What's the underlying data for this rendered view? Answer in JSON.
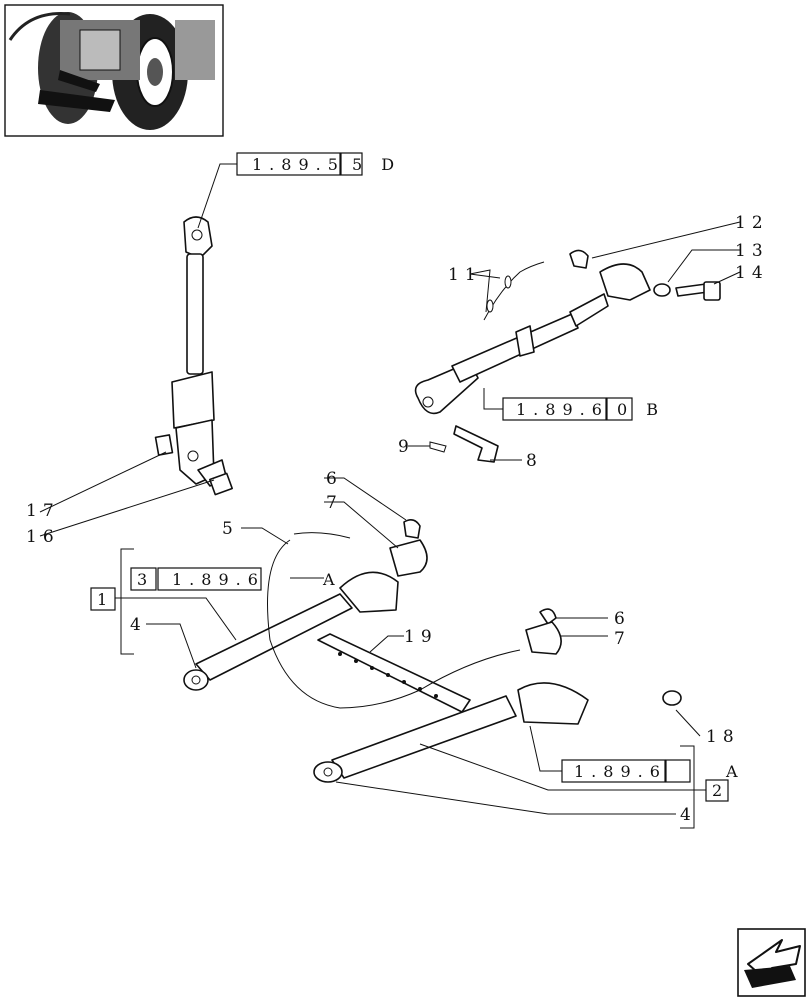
{
  "refs": {
    "ref_top": "1.89.5",
    "ref_top_suffix": "5 D",
    "ref_b": "1.89.6",
    "ref_b_suffix": "0 B",
    "ref_mid_num": "3",
    "ref_mid": "1.89.6",
    "ref_mid_suffix": "A",
    "ref_bottom": "1.89.6",
    "ref_bottom_suffix": "A",
    "ref_bottom_num": "2",
    "box_1": "1"
  },
  "callouts": {
    "c4a": "4",
    "c4b": "4",
    "c5": "5",
    "c6a": "6",
    "c6b": "6",
    "c7a": "7",
    "c7b": "7",
    "c8": "8",
    "c9": "9",
    "c11": "11",
    "c12": "12",
    "c13": "13",
    "c14": "14",
    "c16": "16",
    "c17": "17",
    "c18": "18",
    "c19": "19"
  },
  "icons": {
    "thumbnail": "tractor-rear-thumbnail",
    "nav": "next-page-arrow-icon"
  }
}
